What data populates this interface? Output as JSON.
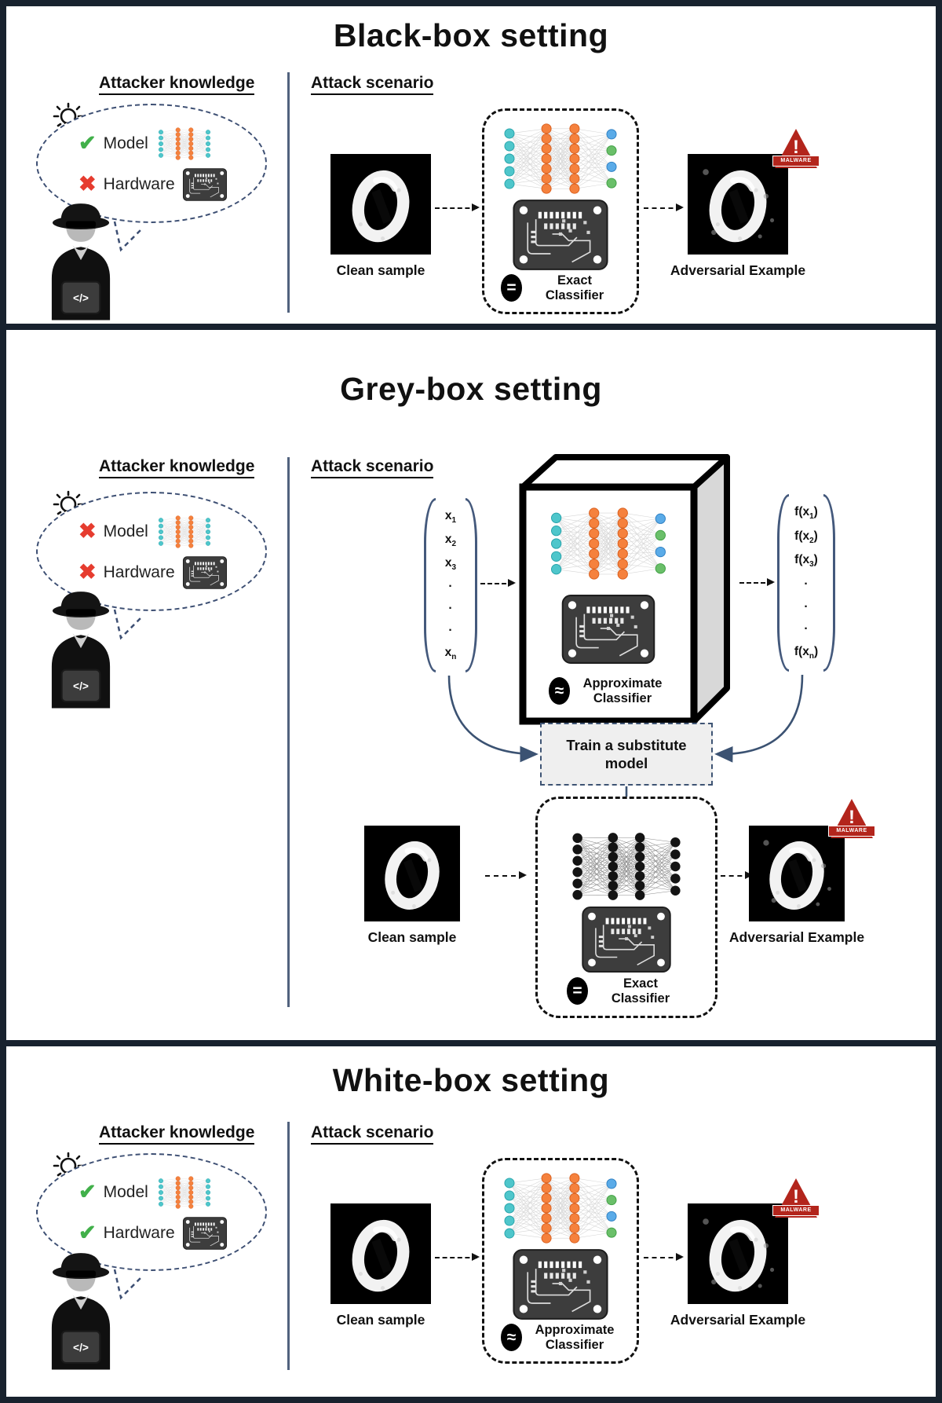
{
  "badge_label": "MALWARE",
  "laptop_glyph": "</>",
  "panels": [
    {
      "title": "Black-box setting",
      "knowledge": {
        "heading": "Attacker knowledge",
        "items": [
          {
            "label": "Model",
            "mark": "✔",
            "state": "yes"
          },
          {
            "label": "Hardware",
            "mark": "✖",
            "state": "no"
          }
        ]
      },
      "scenario": {
        "heading": "Attack scenario",
        "clean_label": "Clean sample",
        "classifier": {
          "symbol": "=",
          "name": "Exact Classifier"
        },
        "adv_label": "Adversarial Example"
      }
    },
    {
      "title": "Grey-box setting",
      "knowledge": {
        "heading": "Attacker knowledge",
        "items": [
          {
            "label": "Model",
            "mark": "✖",
            "state": "no"
          },
          {
            "label": "Hardware",
            "mark": "✖",
            "state": "no"
          }
        ]
      },
      "scenario": {
        "heading": "Attack scenario",
        "input_vector": [
          {
            "pre": "x",
            "sub": "1",
            "post": ""
          },
          {
            "pre": "x",
            "sub": "2",
            "post": ""
          },
          {
            "pre": "x",
            "sub": "3",
            "post": ""
          },
          {
            "pre": "·",
            "sub": "",
            "post": ""
          },
          {
            "pre": "·",
            "sub": "",
            "post": ""
          },
          {
            "pre": "·",
            "sub": "",
            "post": ""
          },
          {
            "pre": "x",
            "sub": "n",
            "post": ""
          }
        ],
        "output_vector": [
          {
            "pre": "f(x",
            "sub": "1",
            "post": ")"
          },
          {
            "pre": "f(x",
            "sub": "2",
            "post": ")"
          },
          {
            "pre": "f(x",
            "sub": "3",
            "post": ")"
          },
          {
            "pre": "·",
            "sub": "",
            "post": ""
          },
          {
            "pre": "·",
            "sub": "",
            "post": ""
          },
          {
            "pre": "·",
            "sub": "",
            "post": ""
          },
          {
            "pre": "f(x",
            "sub": "n",
            "post": ")"
          }
        ],
        "query_classifier": {
          "symbol": "≈",
          "name": "Approximate Classifier"
        },
        "train_label": "Train a substitute model",
        "clean_label": "Clean sample",
        "classifier": {
          "symbol": "=",
          "name": "Exact Classifier"
        },
        "adv_label": "Adversarial Example"
      }
    },
    {
      "title": "White-box setting",
      "knowledge": {
        "heading": "Attacker knowledge",
        "items": [
          {
            "label": "Model",
            "mark": "✔",
            "state": "yes"
          },
          {
            "label": "Hardware",
            "mark": "✔",
            "state": "yes"
          }
        ]
      },
      "scenario": {
        "heading": "Attack scenario",
        "clean_label": "Clean sample",
        "classifier": {
          "symbol": "≈",
          "name": "Approximate Classifier"
        },
        "adv_label": "Adversarial Example"
      }
    }
  ]
}
